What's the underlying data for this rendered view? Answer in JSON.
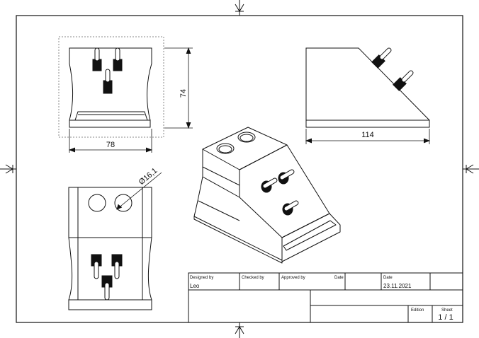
{
  "drawing": {
    "dimensions": {
      "front_height": "74",
      "front_width": "78",
      "side_length": "114",
      "hole_diameter": "Ø16,1"
    },
    "title_block": {
      "designed_by_label": "Designed by",
      "designed_by_value": "Leo",
      "checked_by_label": "Checked by",
      "approved_by_label": "Approved by",
      "date_label_1": "Date",
      "date_label_2": "Date",
      "date_value": "23.11.2021",
      "edition_label": "Edition",
      "sheet_label": "Sheet",
      "sheet_value": "1 / 1"
    }
  }
}
